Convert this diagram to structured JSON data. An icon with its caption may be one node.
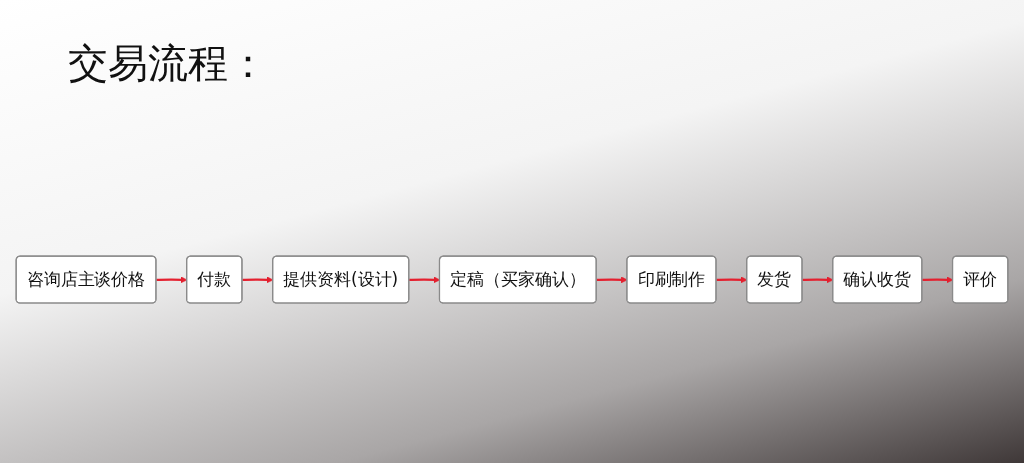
{
  "diagram": {
    "title": "交易流程：",
    "nodes": [
      {
        "text": [
          "咨询店主谈价格"
        ]
      },
      {
        "text": [
          "付款"
        ]
      },
      {
        "text": [
          "提供资料(设计)"
        ]
      },
      {
        "text": [
          "定稿（买家确认）"
        ]
      },
      {
        "text": [
          "印刷制作"
        ]
      },
      {
        "text": [
          "发货"
        ]
      },
      {
        "text": [
          "确认收货"
        ]
      },
      {
        "text": [
          "评价"
        ]
      }
    ],
    "edges": [
      {
        "from": 0,
        "to": 1,
        "arrow": "to"
      },
      {
        "from": 1,
        "to": 2,
        "arrow": "to"
      },
      {
        "from": 2,
        "to": 3,
        "arrow": "to"
      },
      {
        "from": 3,
        "to": 4,
        "arrow": "to"
      },
      {
        "from": 4,
        "to": 5,
        "arrow": "to"
      },
      {
        "from": 5,
        "to": 6,
        "arrow": "to"
      },
      {
        "from": 6,
        "to": 7,
        "arrow": "to"
      }
    ]
  }
}
